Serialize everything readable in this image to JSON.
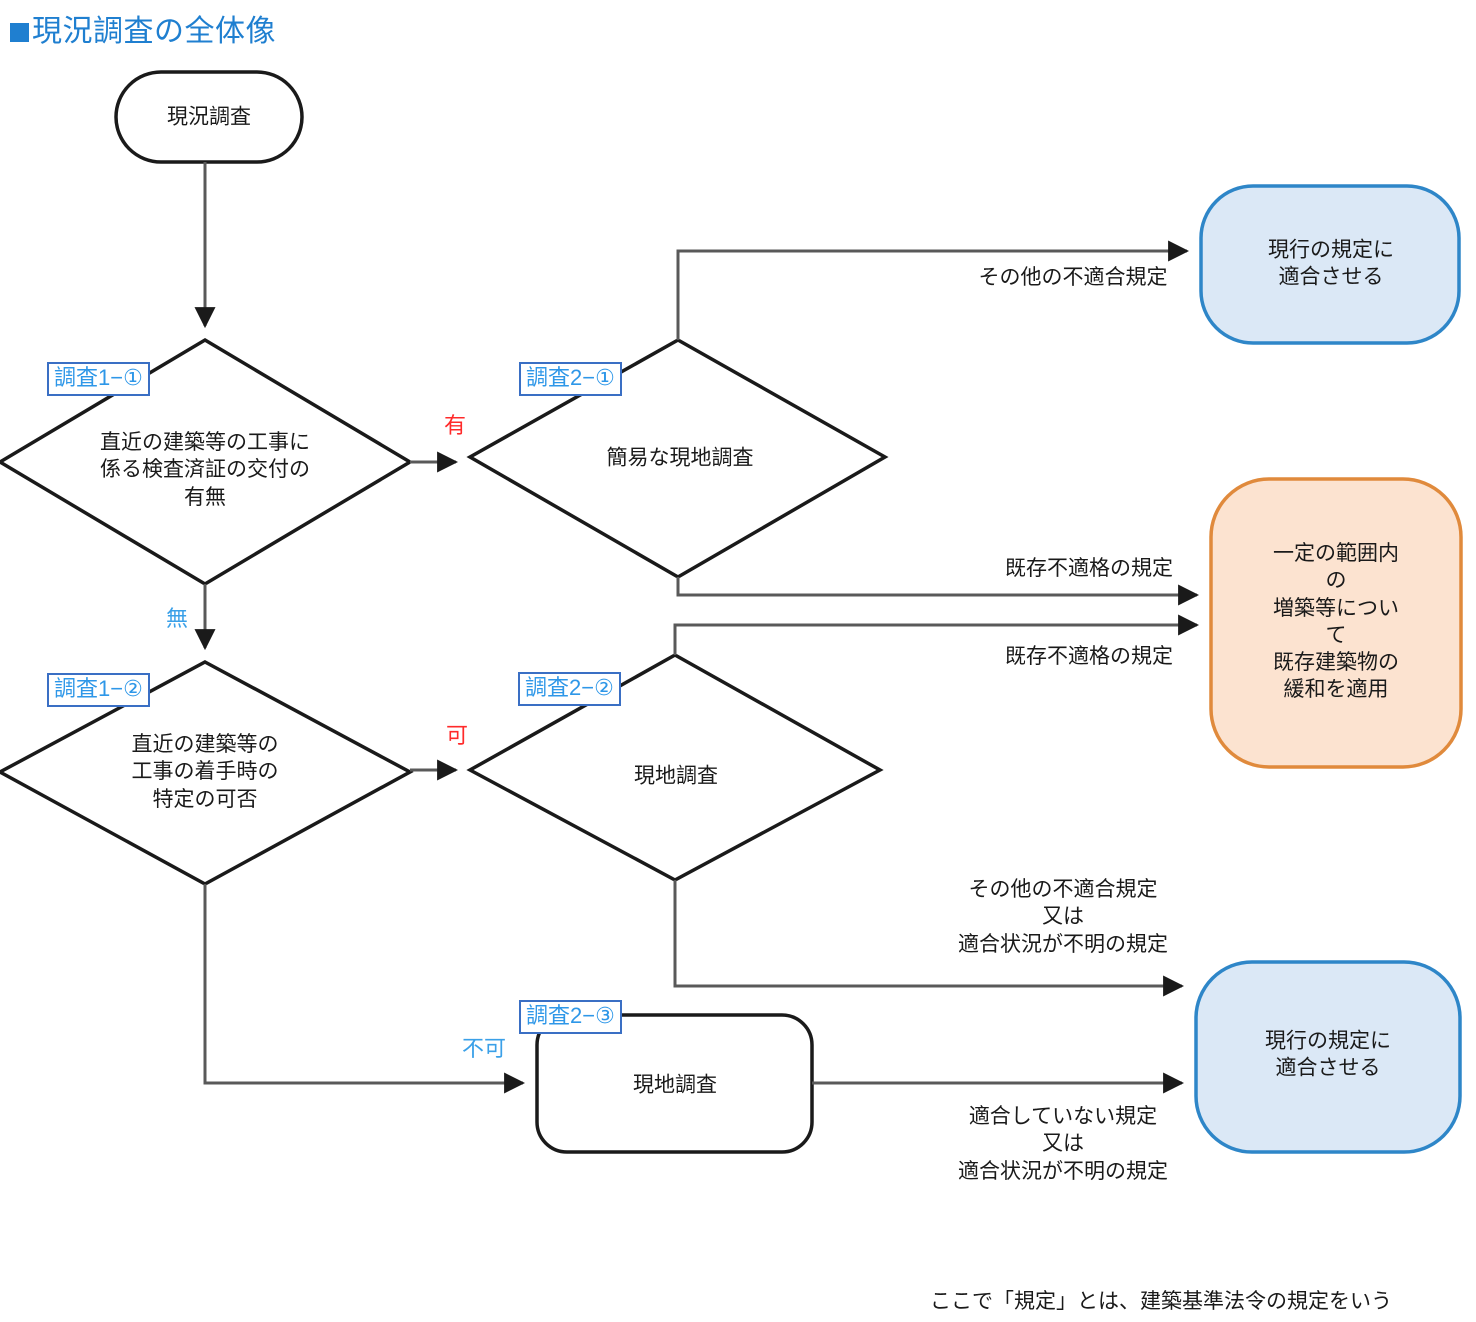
{
  "title": {
    "marker": "■",
    "text": "現況調査の全体像"
  },
  "colors": {
    "title": "#1f7fd0",
    "tag_text": "#2e97e8",
    "tag_border": "#3a6fc4",
    "stroke": "#262626",
    "connector": "#595959",
    "blue_fill": "#dbe8f6",
    "blue_border": "#2e86c8",
    "orange_fill": "#fce3d0",
    "orange_border": "#e08a3c",
    "yes_label": "#ff2a2a",
    "no_label": "#3aa0e8"
  },
  "nodes": {
    "start": {
      "label": "現況調査",
      "shape": "stadium"
    },
    "d1_1": {
      "tag": "調査1−①",
      "label": "直近の建築等の工事に\n係る検査済証の交付の\n有無",
      "shape": "diamond"
    },
    "d1_2": {
      "tag": "調査1−②",
      "label": "直近の建築等の\n工事の着手時の\n特定の可否",
      "shape": "diamond"
    },
    "d2_1": {
      "tag": "調査2−①",
      "label": "簡易な現地調査",
      "shape": "diamond"
    },
    "d2_2": {
      "tag": "調査2−②",
      "label": "現地調査",
      "shape": "diamond"
    },
    "d2_3": {
      "tag": "調査2−③",
      "label": "現地調査",
      "shape": "rounded-rect"
    },
    "out_top": {
      "label": "現行の規定に\n適合させる",
      "shape": "stadium-blue"
    },
    "out_mid": {
      "label": "一定の範囲内の\n増築等について\n既存建築物の\n緩和を適用",
      "shape": "stadium-orange"
    },
    "out_bottom": {
      "label": "現行の規定に\n適合させる",
      "shape": "stadium-blue"
    }
  },
  "branch_labels": {
    "yes_1": "有",
    "no_1": "無",
    "yes_2": "可",
    "no_2": "不可"
  },
  "edge_labels": {
    "other_nonconforming_top": "その他の不適合規定",
    "existing_nonconforming_a": "既存不適格の規定",
    "existing_nonconforming_b": "既存不適格の規定",
    "other_or_unknown": "その他の不適合規定\n又は\n適合状況が不明の規定",
    "noncompliant_or_unknown": "適合していない規定\n又は\n適合状況が不明の規定"
  },
  "footnote": "ここで「規定」とは、建築基準法令の規定をいう"
}
